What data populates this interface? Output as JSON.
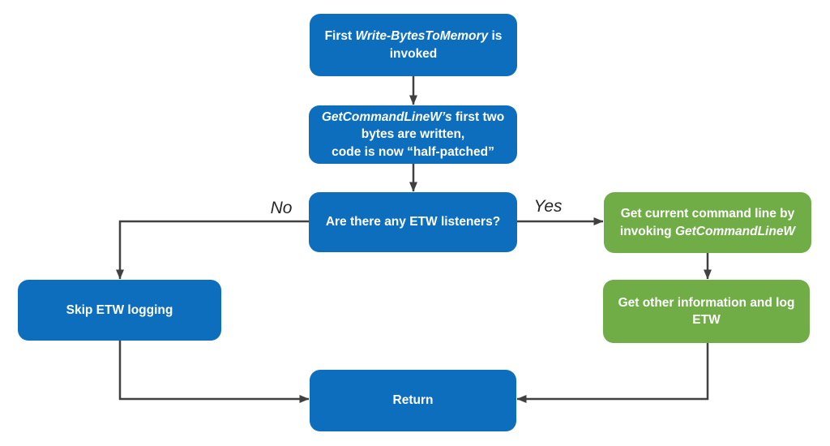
{
  "diagram": {
    "type": "flowchart",
    "colors": {
      "process_blue": "#0d6ebd",
      "process_green": "#70ad47",
      "arrow": "#404040",
      "node_text": "#ffffff",
      "edge_label_text": "#262626",
      "background": "#ffffff"
    },
    "nodes": [
      {
        "id": "write-bytes-invoked",
        "parts": [
          {
            "t": "First "
          },
          {
            "t": "Write-BytesToMemory",
            "i": true
          },
          {
            "t": " is"
          },
          {
            "br": true
          },
          {
            "t": "invoked"
          }
        ]
      },
      {
        "id": "bytes-written-half-patched",
        "parts": [
          {
            "t": "GetCommandLineW’s",
            "i": true
          },
          {
            "t": " first two"
          },
          {
            "br": true
          },
          {
            "t": "bytes are written,"
          },
          {
            "br": true
          },
          {
            "t": "code is now “half-patched”"
          }
        ]
      },
      {
        "id": "etw-listeners-decision",
        "parts": [
          {
            "t": "Are there any ETW listeners?"
          }
        ]
      },
      {
        "id": "skip-etw-logging",
        "parts": [
          {
            "t": "Skip ETW logging"
          }
        ]
      },
      {
        "id": "get-current-command-line",
        "parts": [
          {
            "t": "Get current command line by"
          },
          {
            "br": true
          },
          {
            "t": "invoking "
          },
          {
            "t": "GetCommandLineW",
            "i": true
          }
        ]
      },
      {
        "id": "get-other-info-log-etw",
        "parts": [
          {
            "t": "Get other information and log"
          },
          {
            "br": true
          },
          {
            "t": "ETW"
          }
        ]
      },
      {
        "id": "return",
        "parts": [
          {
            "t": "Return"
          }
        ]
      }
    ],
    "edge_labels": {
      "no": "No",
      "yes": "Yes"
    }
  }
}
